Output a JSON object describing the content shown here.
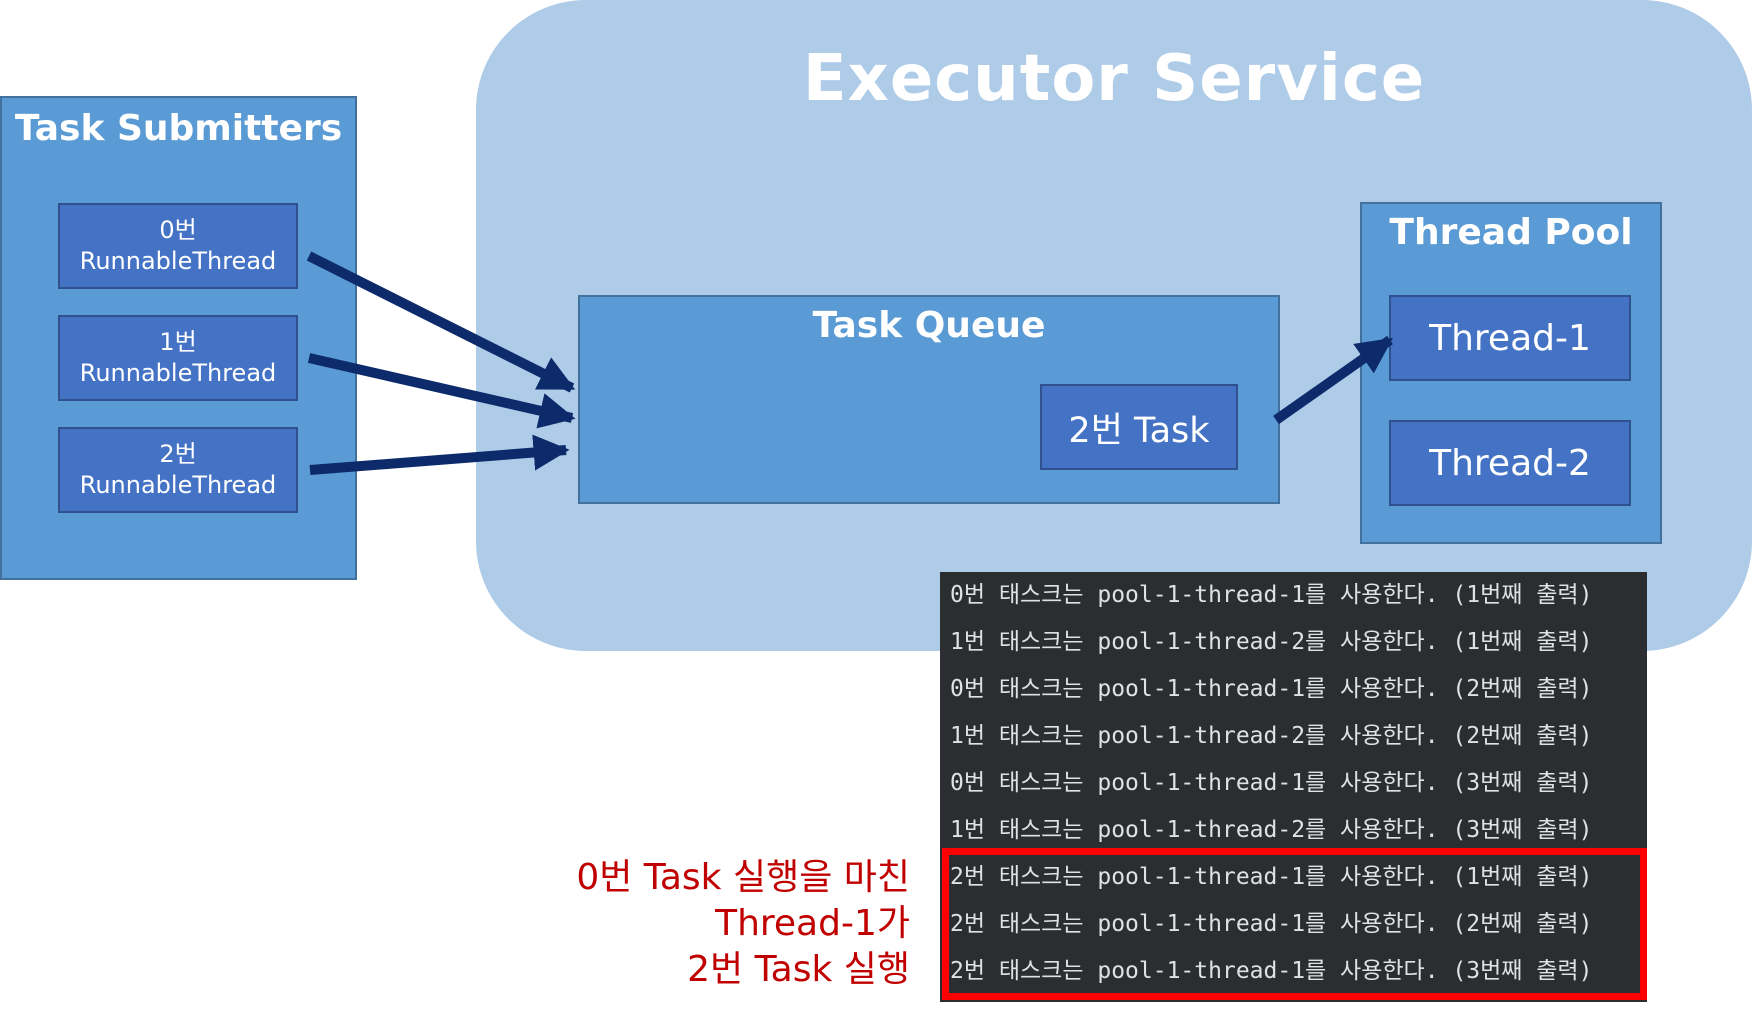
{
  "executor_service": {
    "title": "Executor Service"
  },
  "task_submitters": {
    "title": "Task Submitters",
    "items": [
      {
        "line1": "0번",
        "line2": "RunnableThread"
      },
      {
        "line1": "1번",
        "line2": "RunnableThread"
      },
      {
        "line1": "2번",
        "line2": "RunnableThread"
      }
    ]
  },
  "task_queue": {
    "title": "Task Queue",
    "task": "2번 Task"
  },
  "thread_pool": {
    "title": "Thread Pool",
    "threads": [
      "Thread-1",
      "Thread-2"
    ]
  },
  "console": {
    "lines": [
      "0번 태스크는 pool-1-thread-1를 사용한다. (1번째 출력)",
      "1번 태스크는 pool-1-thread-2를 사용한다. (1번째 출력)",
      "0번 태스크는 pool-1-thread-1를 사용한다. (2번째 출력)",
      "1번 태스크는 pool-1-thread-2를 사용한다. (2번째 출력)",
      "0번 태스크는 pool-1-thread-1를 사용한다. (3번째 출력)",
      "1번 태스크는 pool-1-thread-2를 사용한다. (3번째 출력)",
      "2번 태스크는 pool-1-thread-1를 사용한다. (1번째 출력)",
      "2번 태스크는 pool-1-thread-1를 사용한다. (2번째 출력)",
      "2번 태스크는 pool-1-thread-1를 사용한다. (3번째 출력)"
    ]
  },
  "annotation": {
    "lines": [
      "0번 Task 실행을 마친",
      "Thread-1가",
      "2번 Task 실행"
    ]
  },
  "colors": {
    "executor_background": "#aecbe8",
    "box_fill": "#5b9bd5",
    "item_fill": "#4472c4",
    "arrow": "#0d2a6b",
    "console_background": "#2b2d30",
    "highlight": "#ff0000",
    "annotation_text": "#c00000"
  }
}
